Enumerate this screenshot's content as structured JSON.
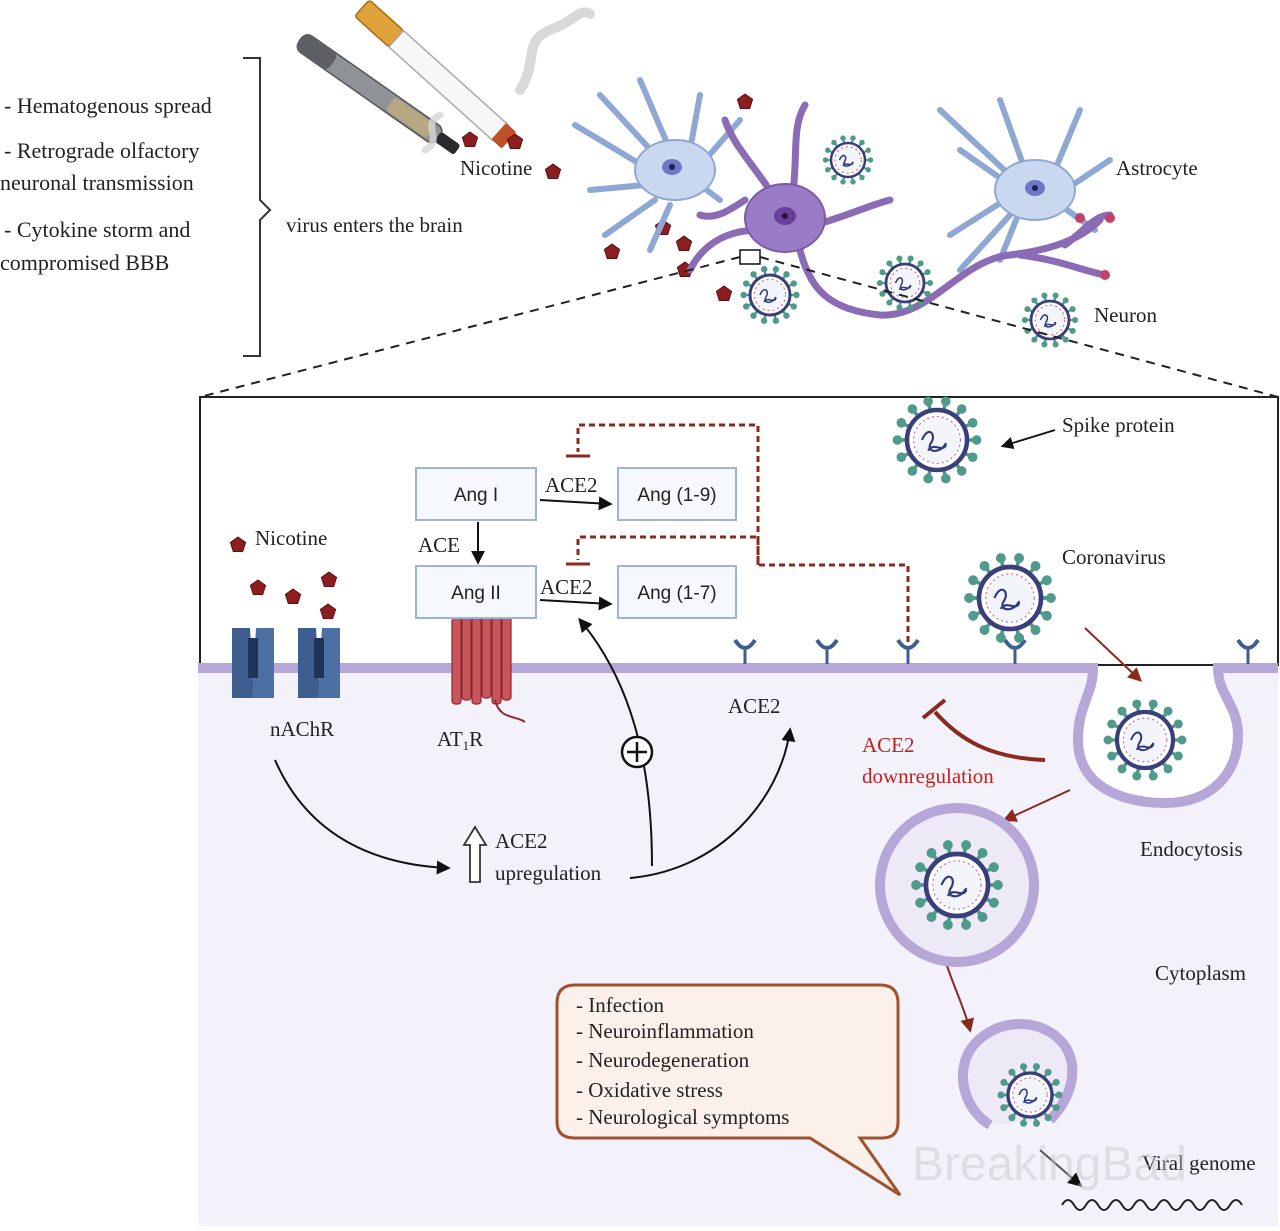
{
  "routes": {
    "items": [
      "- Hematogenous spread",
      "- Retrograde olfactory",
      "neuronal transmission",
      "- Cytokine storm and",
      "compromised BBB"
    ],
    "summary": "virus enters the brain"
  },
  "top": {
    "nicotine": "Nicotine",
    "astrocyte": "Astrocyte",
    "neuron": "Neuron"
  },
  "inset": {
    "spike_protein": "Spike protein",
    "coronavirus": "Coronavirus",
    "nicotine": "Nicotine",
    "nachr": "nAChR",
    "at1r_main": "AT",
    "at1r_sub": "1",
    "at1r_end": "R",
    "ace2_receptor": "ACE2",
    "ras": {
      "ang1": "Ang I",
      "ang19": "Ang (1-9)",
      "ang2": "Ang II",
      "ang17": "Ang (1-7)",
      "ace2_top": "ACE2",
      "ace2_bottom": "ACE2",
      "ace": "ACE"
    },
    "plus": "+",
    "upreg_line1": "ACE2",
    "upreg_line2": "upregulation",
    "downreg_line1": "ACE2",
    "downreg_line2": "downregulation",
    "endocytosis": "Endocytosis",
    "cytoplasm": "Cytoplasm",
    "viral_genome": "Viral genome",
    "outcomes": [
      "- Infection",
      "- Neuroinflammation",
      "- Neurodegeneration",
      "- Oxidative stress",
      "- Neurological symptoms"
    ],
    "watermark": "BreakingBad"
  },
  "colors": {
    "membrane": "#b7a6d8",
    "cytoplasm": "#f3f1fa",
    "dark_red": "#8a2a1f",
    "downreg_text": "#c0221f",
    "receptor_blue": "#3d5e8e",
    "at1r_red": "#b8484c",
    "nicotine": "#8b1e1e",
    "virus_spike": "#4f9a8a",
    "virus_ring": "#3a3f7a",
    "astrocyte": "#a9bfe0",
    "neuron": "#8b6bb5",
    "bubble_fill": "#fbf1ea",
    "bubble_stroke": "#a0522d"
  }
}
